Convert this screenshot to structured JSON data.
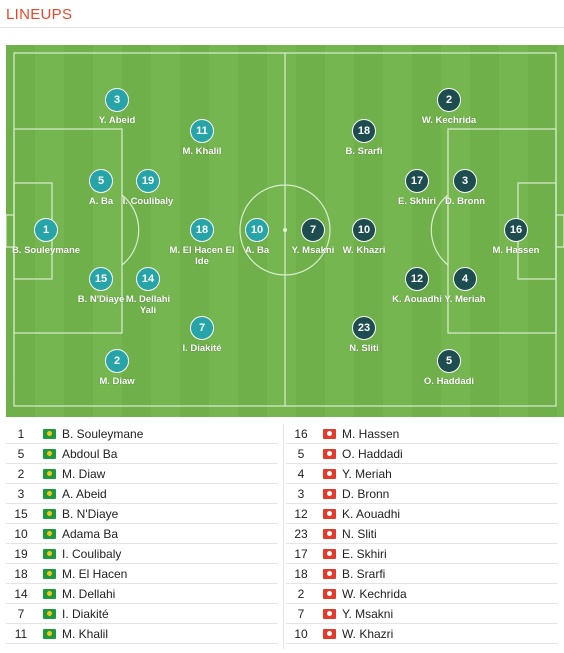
{
  "section": {
    "title": "LINEUPS"
  },
  "colors": {
    "home_badge": "#27a4a7",
    "away_badge": "#1e4d50",
    "pitch": "#6fb04a",
    "accent": "#e8472a"
  },
  "home_team_flag": "mauritania-flag-icon",
  "away_team_flag": "tunisia-flag-icon",
  "pitch_players": {
    "home": [
      {
        "number": "1",
        "name": "B. Souleymane"
      },
      {
        "number": "3",
        "name": "Y. Abeid"
      },
      {
        "number": "5",
        "name": "A. Ba"
      },
      {
        "number": "15",
        "name": "B. N'Diaye"
      },
      {
        "number": "2",
        "name": "M. Diaw"
      },
      {
        "number": "19",
        "name": "I. Coulibaly"
      },
      {
        "number": "14",
        "name": "M. Dellahi Yali"
      },
      {
        "number": "11",
        "name": "M. Khalil"
      },
      {
        "number": "18",
        "name": "M. El Hacen El Ide"
      },
      {
        "number": "7",
        "name": "I. Diakité"
      },
      {
        "number": "10",
        "name": "A. Ba"
      }
    ],
    "away": [
      {
        "number": "7",
        "name": "Y. Msakni"
      },
      {
        "number": "18",
        "name": "B. Srarfi"
      },
      {
        "number": "10",
        "name": "W. Khazri"
      },
      {
        "number": "23",
        "name": "N. Sliti"
      },
      {
        "number": "2",
        "name": "W. Kechrida"
      },
      {
        "number": "17",
        "name": "E. Skhiri"
      },
      {
        "number": "12",
        "name": "K. Aouadhi"
      },
      {
        "number": "5",
        "name": "O. Haddadi"
      },
      {
        "number": "3",
        "name": "D. Bronn"
      },
      {
        "number": "4",
        "name": "Y. Meriah"
      },
      {
        "number": "16",
        "name": "M. Hassen"
      }
    ]
  },
  "lineup_list": {
    "home": [
      {
        "number": "1",
        "name": "B. Souleymane"
      },
      {
        "number": "5",
        "name": "Abdoul Ba"
      },
      {
        "number": "2",
        "name": "M. Diaw"
      },
      {
        "number": "3",
        "name": "A. Abeid"
      },
      {
        "number": "15",
        "name": "B. N'Diaye"
      },
      {
        "number": "10",
        "name": "Adama Ba"
      },
      {
        "number": "19",
        "name": "I. Coulibaly"
      },
      {
        "number": "18",
        "name": "M. El Hacen"
      },
      {
        "number": "14",
        "name": "M. Dellahi"
      },
      {
        "number": "7",
        "name": "I. Diakité"
      },
      {
        "number": "11",
        "name": "M. Khalil"
      }
    ],
    "away": [
      {
        "number": "16",
        "name": "M. Hassen"
      },
      {
        "number": "5",
        "name": "O. Haddadi"
      },
      {
        "number": "4",
        "name": "Y. Meriah"
      },
      {
        "number": "3",
        "name": "D. Bronn"
      },
      {
        "number": "12",
        "name": "K. Aouadhi"
      },
      {
        "number": "23",
        "name": "N. Sliti"
      },
      {
        "number": "17",
        "name": "E. Skhiri"
      },
      {
        "number": "18",
        "name": "B. Srarfi"
      },
      {
        "number": "2",
        "name": "W. Kechrida"
      },
      {
        "number": "7",
        "name": "Y. Msakni"
      },
      {
        "number": "10",
        "name": "W. Khazri"
      }
    ]
  }
}
